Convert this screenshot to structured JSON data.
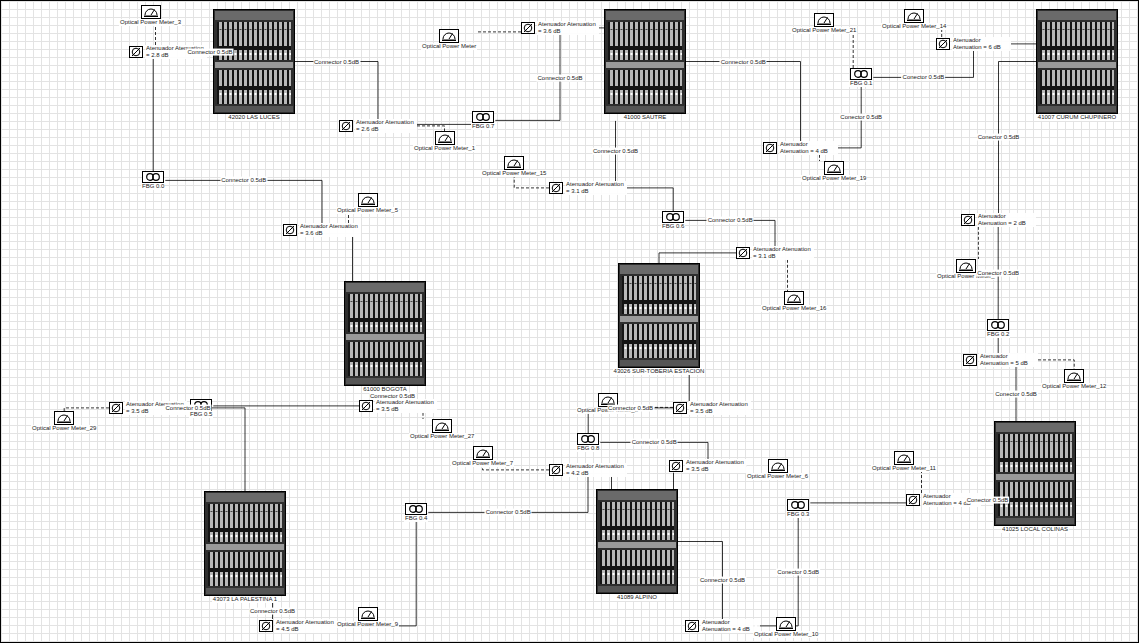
{
  "diagram": {
    "nodes": [
      {
        "text": [
          "42020 LAS LUCES"
        ]
      },
      {
        "text": [
          "41000 SAUTRE"
        ]
      },
      {
        "text": [
          "41007 CURUM CHUPINERO"
        ]
      },
      {
        "text": [
          "61000 BOGOTA"
        ]
      },
      {
        "text": [
          "43026 SUR-TOBERIA ESTACION"
        ]
      },
      {
        "text": [
          "43073 LA PALESTINA 1"
        ]
      },
      {
        "text": [
          "41089 ALPINO"
        ]
      },
      {
        "text": [
          "41025 LOCAL COLINAS"
        ]
      },
      {
        "text": [
          "FBG 0.7"
        ]
      },
      {
        "text": [
          "FBG 0.1"
        ]
      },
      {
        "text": [
          "FBG 0.0"
        ]
      },
      {
        "text": [
          "FBG 0.6"
        ]
      },
      {
        "text": [
          "FBG 0.2"
        ]
      },
      {
        "text": [
          "FBG 0.8"
        ]
      },
      {
        "text": [
          "FBG 0.5"
        ]
      },
      {
        "text": [
          "FBG 0.4"
        ]
      },
      {
        "text": [
          "FBG 0.3"
        ]
      },
      {
        "text": [
          "Atenuador Atenuation = 2.8 dB"
        ]
      },
      {
        "text": [
          "Atenuador Atenuation = 2.6 dB"
        ]
      },
      {
        "text": [
          "Atenuador Atenuation = 3.6 dB"
        ]
      },
      {
        "text": [
          "Atenuador Atenuation = 3.6 dB"
        ]
      },
      {
        "text": [
          "Atenuador Atenuation = 6 dB"
        ]
      },
      {
        "text": [
          "Atenuador Atenuation = 4 dB"
        ]
      },
      {
        "text": [
          "Atenuador Atenuation = 3.1 dB"
        ]
      },
      {
        "text": [
          "Atenuador Atenuation = 3.1 dB"
        ]
      },
      {
        "text": [
          "Atenuador Atenuation = 2 dB"
        ]
      },
      {
        "text": [
          "Atenuador Atenuation = 5 dB"
        ]
      },
      {
        "text": [
          "Atenuador Atenuation = 3.5 dB"
        ]
      },
      {
        "text": [
          "Atenuador Atenuation = 3.5 dB"
        ]
      },
      {
        "text": [
          "Atenuador Atenuation = 4.5 dB"
        ]
      },
      {
        "text": [
          "Atenuador Atenuation = 3.5 dB"
        ]
      },
      {
        "text": [
          "Atenuador Atenuation = 4.2 dB"
        ]
      },
      {
        "text": [
          "Atenuador Atenuation = 3.5 dB"
        ]
      },
      {
        "text": [
          "Atenuador Atenuation = 4 dB"
        ]
      },
      {
        "text": [
          "Atenuador Atenuation = 4 dB"
        ]
      },
      {
        "text": [
          "Optical Power Meter_3"
        ]
      },
      {
        "text": [
          "Optical Power Meter_1"
        ]
      },
      {
        "text": [
          "Optical Power Meter_5"
        ]
      },
      {
        "text": [
          "Optical Power Meter"
        ]
      },
      {
        "text": [
          "Optical Power Meter_14"
        ]
      },
      {
        "text": [
          "Optical Power Meter_19"
        ]
      },
      {
        "text": [
          "Optical Power Meter_15"
        ]
      },
      {
        "text": [
          "Optical Power Meter_16"
        ]
      },
      {
        "text": [
          "Optical Power Meter_"
        ]
      },
      {
        "text": [
          "Optical Power Meter_12"
        ]
      },
      {
        "text": [
          "Optical Power Meter_27"
        ]
      },
      {
        "text": [
          "Optical Power Meter_29"
        ]
      },
      {
        "text": [
          "Optical Power Meter_9"
        ]
      },
      {
        "text": [
          "Optical Power Meter_8"
        ]
      },
      {
        "text": [
          "Optical Power Meter_7"
        ]
      },
      {
        "text": [
          "Optical Power Meter_6"
        ]
      },
      {
        "text": [
          "Optical Power Meter_10"
        ]
      },
      {
        "text": [
          "Optical Power Meter_11"
        ]
      },
      {
        "text": [
          "Optical Power Meter_21"
        ]
      }
    ],
    "edges": [
      {
        "from": 0,
        "to": 18,
        "arrow": "none",
        "label": "Connector 0.5dB"
      },
      {
        "from": 18,
        "to": 8,
        "arrow": "none"
      },
      {
        "from": 8,
        "to": 20,
        "arrow": "none",
        "label": "Connector 0.5dB"
      },
      {
        "from": 20,
        "to": 1,
        "arrow": "none"
      },
      {
        "from": 18,
        "to": 36,
        "arrow": "none"
      },
      {
        "from": 20,
        "to": 38,
        "arrow": "none"
      },
      {
        "from": 1,
        "to": 22,
        "arrow": "none",
        "label": "Connector 0.5dB"
      },
      {
        "from": 22,
        "to": 9,
        "arrow": "none",
        "label": "Conector 0.5dB"
      },
      {
        "from": 9,
        "to": 21,
        "arrow": "none",
        "label": "Conector 0.5dB"
      },
      {
        "from": 21,
        "to": 2,
        "arrow": "none"
      },
      {
        "from": 22,
        "to": 40,
        "arrow": "none"
      },
      {
        "from": 21,
        "to": 39,
        "arrow": "none"
      },
      {
        "from": 9,
        "to": 53,
        "arrow": "none"
      },
      {
        "from": 0,
        "to": 17,
        "arrow": "none",
        "label": "Connector 0.5dB"
      },
      {
        "from": 17,
        "to": 10,
        "arrow": "none"
      },
      {
        "from": 10,
        "to": 19,
        "arrow": "none",
        "label": "Connector 0.5dB"
      },
      {
        "from": 19,
        "to": 3,
        "arrow": "none"
      },
      {
        "from": 17,
        "to": 35,
        "arrow": "none"
      },
      {
        "from": 19,
        "to": 37,
        "arrow": "none"
      },
      {
        "from": 1,
        "to": 23,
        "arrow": "none",
        "label": "Connector 0.5dB"
      },
      {
        "from": 23,
        "to": 11,
        "arrow": "none"
      },
      {
        "from": 11,
        "to": 24,
        "arrow": "none",
        "label": "Connector 0.5dB"
      },
      {
        "from": 24,
        "to": 4,
        "arrow": "none"
      },
      {
        "from": 23,
        "to": 41,
        "arrow": "none"
      },
      {
        "from": 24,
        "to": 42,
        "arrow": "none"
      },
      {
        "from": 2,
        "to": 25,
        "arrow": "none",
        "label": "Conector 0.5dB"
      },
      {
        "from": 25,
        "to": 12,
        "arrow": "none",
        "label": "Conector 0.5dB"
      },
      {
        "from": 12,
        "to": 26,
        "arrow": "none"
      },
      {
        "from": 26,
        "to": 7,
        "arrow": "none",
        "label": "Conector 0.5dB"
      },
      {
        "from": 25,
        "to": 43,
        "arrow": "none"
      },
      {
        "from": 26,
        "to": 44,
        "arrow": "none"
      },
      {
        "from": 4,
        "to": 30,
        "arrow": "none"
      },
      {
        "from": 30,
        "to": 13,
        "arrow": "none",
        "label": "Connector 0.5dB"
      },
      {
        "from": 13,
        "to": 32,
        "arrow": "none",
        "label": "Connector 0.5dB"
      },
      {
        "from": 32,
        "to": 6,
        "arrow": "none"
      },
      {
        "from": 30,
        "to": 48,
        "arrow": "none"
      },
      {
        "from": 32,
        "to": 50,
        "arrow": "none"
      },
      {
        "from": 3,
        "to": 27,
        "arrow": "none",
        "label": "Connector 0.5dB"
      },
      {
        "from": 27,
        "to": 14,
        "arrow": "none"
      },
      {
        "from": 14,
        "to": 28,
        "arrow": "none",
        "label": "Connector 0.5dB"
      },
      {
        "from": 28,
        "to": 5,
        "arrow": "none"
      },
      {
        "from": 27,
        "to": 45,
        "arrow": "none"
      },
      {
        "from": 28,
        "to": 46,
        "arrow": "none"
      },
      {
        "from": 5,
        "to": 29,
        "arrow": "none",
        "label": "Connector 0.5dB"
      },
      {
        "from": 29,
        "to": 15,
        "arrow": "none"
      },
      {
        "from": 15,
        "to": 31,
        "arrow": "none",
        "label": "Connector 0.5dB"
      },
      {
        "from": 31,
        "to": 6,
        "arrow": "none"
      },
      {
        "from": 29,
        "to": 47,
        "arrow": "none"
      },
      {
        "from": 31,
        "to": 49,
        "arrow": "none"
      },
      {
        "from": 6,
        "to": 33,
        "arrow": "none",
        "label": "Connector 0.5dB"
      },
      {
        "from": 33,
        "to": 16,
        "arrow": "none",
        "label": "Conector 0.5dB"
      },
      {
        "from": 16,
        "to": 34,
        "arrow": "none"
      },
      {
        "from": 34,
        "to": 7,
        "arrow": "none",
        "label": "Conector 0.5dB"
      },
      {
        "from": 33,
        "to": 51,
        "arrow": "none"
      },
      {
        "from": 34,
        "to": 52,
        "arrow": "none"
      }
    ]
  }
}
